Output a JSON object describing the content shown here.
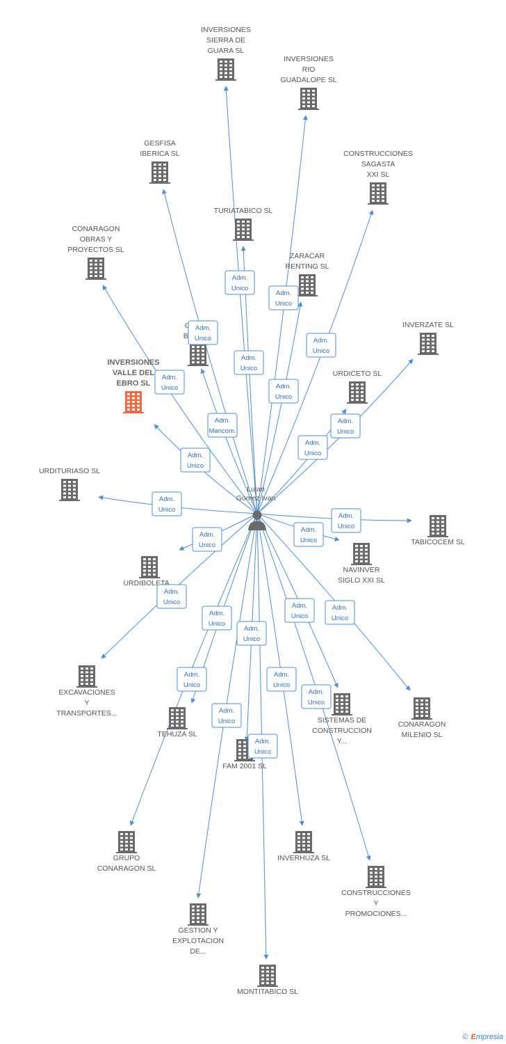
{
  "center": {
    "label": [
      "Lujan",
      "Gomez Ivan"
    ],
    "icon": "person-icon"
  },
  "colors": {
    "edge": "#4a90d9",
    "building": "#6a6a6a",
    "highlight": "#f26a3d",
    "text": "#555555"
  },
  "companies": [
    {
      "id": "inversiones-sierra-de-guara-sl",
      "label": [
        "INVERSIONES",
        "SIERRA DE",
        "GUARA SL"
      ]
    },
    {
      "id": "inversiones-rio-guadalope-sl",
      "label": [
        "INVERSIONES",
        "RIO",
        "GUADALOPE SL"
      ]
    },
    {
      "id": "gesfisa-iberica-sl",
      "label": [
        "GESFISA",
        "IBERICA SL"
      ]
    },
    {
      "id": "construcciones-sagasta-xxi-sl",
      "label": [
        "CONSTRUCCIONES",
        "SAGASTA",
        "XXI SL"
      ]
    },
    {
      "id": "turiatabico-sl",
      "label": [
        "TURIATABICO SL"
      ]
    },
    {
      "id": "conaragon-obras-y-proyectos-sl",
      "label": [
        "CONARAGON",
        "OBRAS Y",
        "PROYECTOS SL"
      ]
    },
    {
      "id": "zaracar-renting-sl",
      "label": [
        "ZARACAR",
        "RENTING SL"
      ]
    },
    {
      "id": "grupo-balsa",
      "label": [
        "GRUPO",
        "BALSA..."
      ]
    },
    {
      "id": "inverzate-sl",
      "label": [
        "INVERZATE SL"
      ]
    },
    {
      "id": "inversiones-valle-del-ebro-sl",
      "label": [
        "INVERSIONES",
        "VALLE DEL",
        "EBRO SL"
      ],
      "highlight": true
    },
    {
      "id": "urdiceto-sl",
      "label": [
        "URDICETO SL"
      ]
    },
    {
      "id": "urdituriaso-sl",
      "label": [
        "URDITURIASO SL"
      ]
    },
    {
      "id": "tabicocem-sl",
      "label": [
        "TABICOCEM SL"
      ]
    },
    {
      "id": "navinver-siglo-xxi-sl",
      "label": [
        "NAVINVER",
        "SIGLO XXI SL"
      ]
    },
    {
      "id": "urdiboleta",
      "label": [
        "URDIBOLETA..."
      ]
    },
    {
      "id": "excavaciones-y-transportes",
      "label": [
        "EXCAVACIONES",
        "Y",
        "TRANSPORTES..."
      ]
    },
    {
      "id": "tehuza-sl",
      "label": [
        "TEHUZA SL"
      ]
    },
    {
      "id": "fam-2001-sl",
      "label": [
        "FAM 2001 SL"
      ]
    },
    {
      "id": "sistemas-de-construccion-y",
      "label": [
        "SISTEMAS DE",
        "CONSTRUCCION",
        "Y..."
      ]
    },
    {
      "id": "conaragon-milenio-sl",
      "label": [
        "CONARAGON",
        "MILENIO SL"
      ]
    },
    {
      "id": "grupo-conaragon-sl",
      "label": [
        "GRUPO",
        "CONARAGON SL"
      ]
    },
    {
      "id": "inverhuza-sl",
      "label": [
        "INVERHUZA SL"
      ]
    },
    {
      "id": "construcciones-y-promociones",
      "label": [
        "CONSTRUCCIONES",
        "Y",
        "PROMOCIONES..."
      ]
    },
    {
      "id": "gestion-y-explotacion-de",
      "label": [
        "GESTION Y",
        "EXPLOTACION",
        "DE..."
      ]
    },
    {
      "id": "montitabico-sl",
      "label": [
        "MONTITABICO SL"
      ]
    }
  ],
  "relations": [
    {
      "to": "inversiones-sierra-de-guara-sl",
      "label": [
        "Adm.",
        "Unico"
      ]
    },
    {
      "to": "inversiones-rio-guadalope-sl",
      "label": [
        "Adm.",
        "Unico"
      ]
    },
    {
      "to": "gesfisa-iberica-sl",
      "label": [
        "Adm.",
        "Unico"
      ]
    },
    {
      "to": "construcciones-sagasta-xxi-sl",
      "label": [
        "Adm.",
        "Unico"
      ]
    },
    {
      "to": "turiatabico-sl",
      "label": [
        "Adm.",
        "Unico"
      ]
    },
    {
      "to": "conaragon-obras-y-proyectos-sl",
      "label": [
        "Adm.",
        "Unico"
      ]
    },
    {
      "to": "zaracar-renting-sl",
      "label": [
        "Adm.",
        "Unico"
      ]
    },
    {
      "to": "grupo-balsa",
      "label": [
        "Adm.",
        "Mancom."
      ]
    },
    {
      "to": "inverzate-sl",
      "label": [
        "Adm.",
        "Unico"
      ]
    },
    {
      "to": "inversiones-valle-del-ebro-sl",
      "label": [
        "Adm.",
        "Unico"
      ]
    },
    {
      "to": "urdiceto-sl",
      "label": [
        "Adm.",
        "Unico"
      ]
    },
    {
      "to": "urdituriaso-sl",
      "label": [
        "Adm.",
        "Unico"
      ]
    },
    {
      "to": "tabicocem-sl",
      "label": [
        "Adm.",
        "Unico"
      ]
    },
    {
      "to": "navinver-siglo-xxi-sl",
      "label": [
        "Adm.",
        "Unico"
      ]
    },
    {
      "to": "urdiboleta",
      "label": [
        "Adm.",
        "Unico"
      ]
    },
    {
      "to": "excavaciones-y-transportes",
      "label": [
        "Adm.",
        "Unico"
      ]
    },
    {
      "to": "tehuza-sl",
      "label": [
        "Adm.",
        "Unico"
      ]
    },
    {
      "to": "fam-2001-sl",
      "label": [
        "Adm.",
        "Unico"
      ]
    },
    {
      "to": "sistemas-de-construccion-y",
      "label": [
        "Adm.",
        "Unico"
      ]
    },
    {
      "to": "conaragon-milenio-sl",
      "label": [
        "Adm.",
        "Unico"
      ]
    },
    {
      "to": "grupo-conaragon-sl",
      "label": [
        "Adm.",
        "Unico"
      ]
    },
    {
      "to": "inverhuza-sl",
      "label": [
        "Adm.",
        "Unico"
      ]
    },
    {
      "to": "construcciones-y-promociones",
      "label": [
        "Adm.",
        "Unico"
      ]
    },
    {
      "to": "gestion-y-explotacion-de",
      "label": [
        "Adm.",
        "Unico"
      ]
    },
    {
      "to": "montitabico-sl",
      "label": [
        "Adm.",
        "Unico"
      ]
    }
  ],
  "footer": {
    "copyright": "©",
    "brand_initial": "E",
    "brand_rest": "mpresia"
  }
}
